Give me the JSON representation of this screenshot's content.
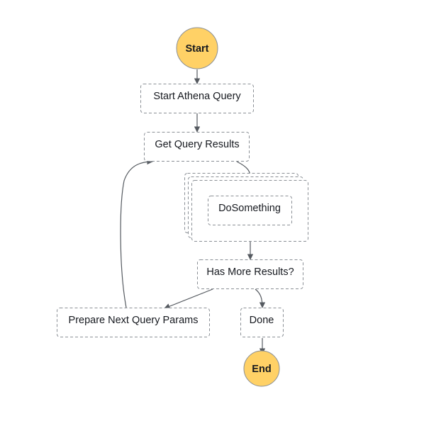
{
  "colors": {
    "terminal_fill": "#ffd166",
    "border": "#8a8f95",
    "edge": "#555a60",
    "text": "#16191f"
  },
  "nodes": {
    "start": {
      "label": "Start"
    },
    "start_athena_query": {
      "label": "Start Athena Query"
    },
    "get_query_results": {
      "label": "Get Query Results"
    },
    "do_something": {
      "label": "DoSomething"
    },
    "has_more_results": {
      "label": "Has More Results?"
    },
    "prepare_next_query_params": {
      "label": "Prepare Next Query Params"
    },
    "done": {
      "label": "Done"
    },
    "end": {
      "label": "End"
    }
  },
  "edges": [
    {
      "from": "start",
      "to": "start_athena_query"
    },
    {
      "from": "start_athena_query",
      "to": "get_query_results"
    },
    {
      "from": "get_query_results",
      "to": "do_something"
    },
    {
      "from": "do_something",
      "to": "has_more_results"
    },
    {
      "from": "has_more_results",
      "to": "prepare_next_query_params"
    },
    {
      "from": "has_more_results",
      "to": "done"
    },
    {
      "from": "prepare_next_query_params",
      "to": "get_query_results"
    },
    {
      "from": "done",
      "to": "end"
    }
  ]
}
